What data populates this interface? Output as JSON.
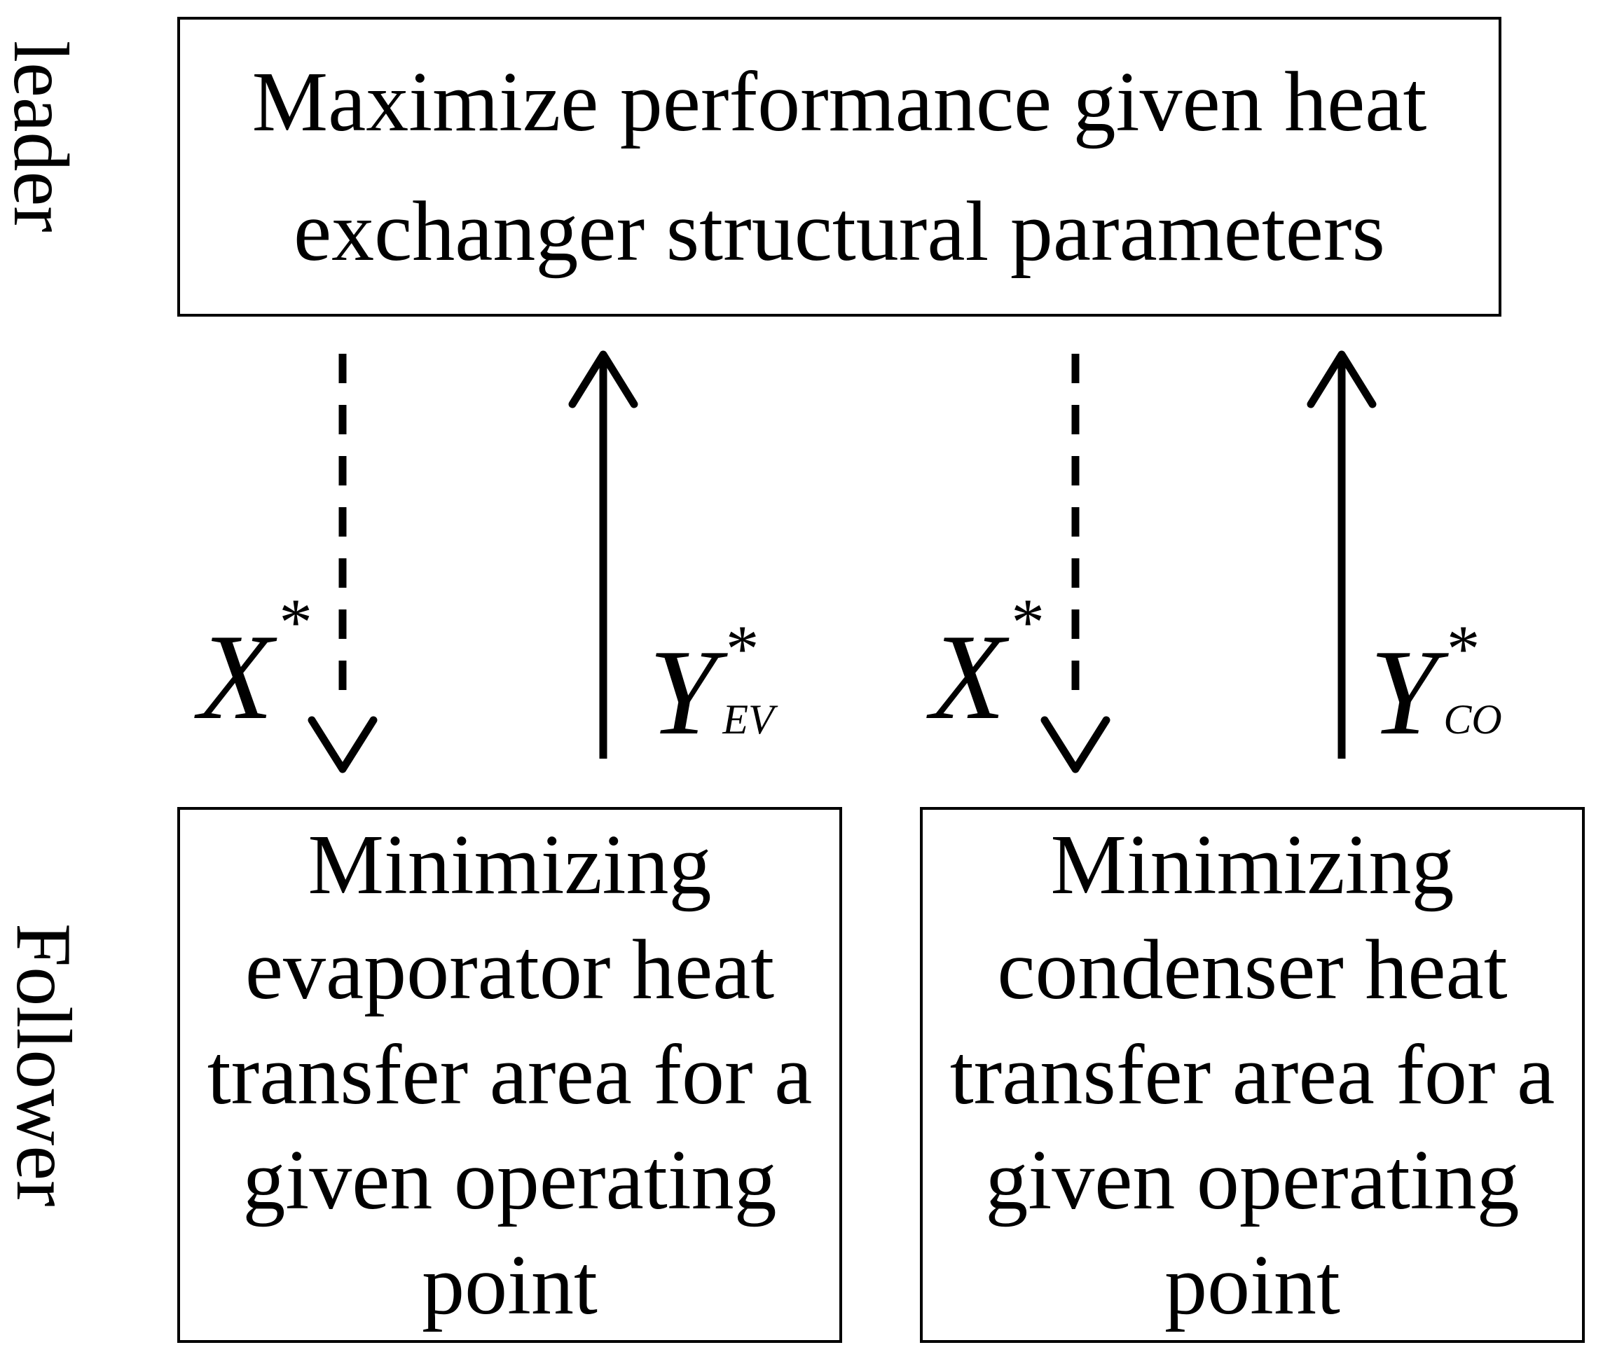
{
  "side_labels": {
    "leader": "leader",
    "follower": "Follower"
  },
  "leader_box": {
    "lines": [
      "Maximize performance given heat",
      "exchanger structural parameters"
    ]
  },
  "follower_boxes": {
    "evaporator": {
      "lines": [
        "Minimizing",
        "evaporator heat",
        "transfer area for a",
        "given operating",
        "point"
      ]
    },
    "condenser": {
      "lines": [
        "Minimizing",
        "condenser heat",
        "transfer area for a",
        "given operating",
        "point"
      ]
    }
  },
  "arrow_labels": {
    "x_left": {
      "base": "X",
      "sup": "*"
    },
    "y_ev": {
      "base": "Y",
      "sup": "*",
      "sub": "EV"
    },
    "x_right": {
      "base": "X",
      "sup": "*"
    },
    "y_co": {
      "base": "Y",
      "sup": "*",
      "sub": "CO"
    }
  },
  "colors": {
    "foreground": "#000000",
    "background": "#ffffff"
  }
}
